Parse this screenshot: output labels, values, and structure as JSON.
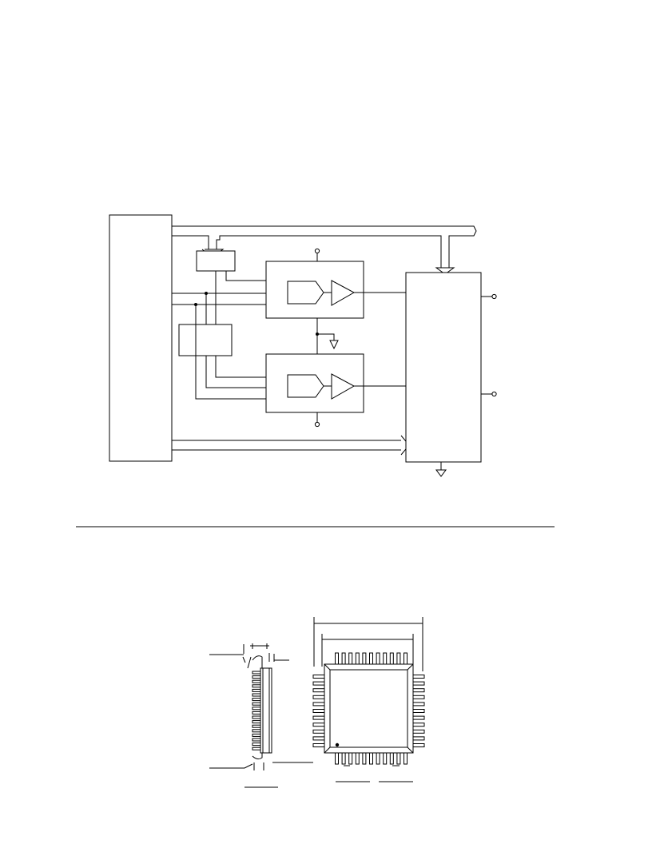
{
  "document": {
    "block_diagram": {
      "blocks": [
        "left-bus-block",
        "control-block-top",
        "control-block-mid",
        "converter-channel-a",
        "converter-channel-b",
        "right-output-block"
      ],
      "output_pins": 2
    },
    "package_drawing": {
      "side_view": {
        "lead_count_visible": 18
      },
      "top_view": {
        "leads_per_side": 11,
        "pin1_marker": "dot"
      }
    }
  }
}
